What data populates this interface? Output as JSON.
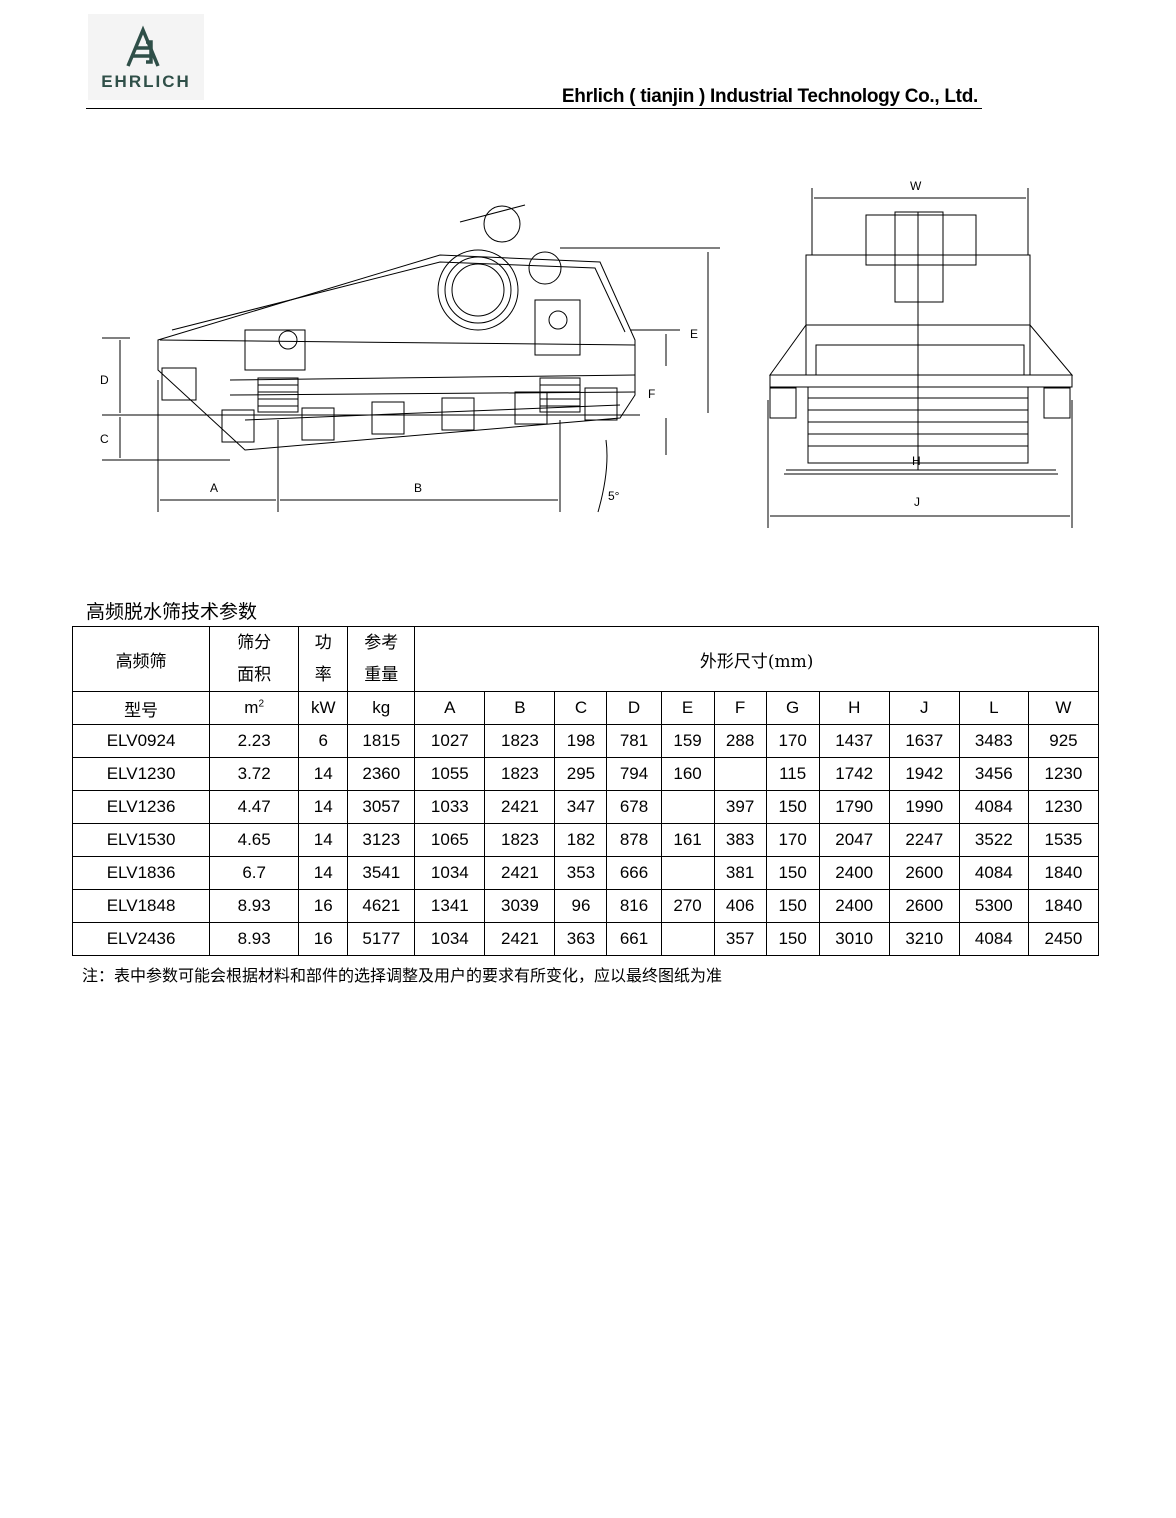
{
  "header": {
    "logo_text": "EHRLICH",
    "company": "Ehrlich ( tianjin ) Industrial Technology Co., Ltd."
  },
  "drawing": {
    "side_labels": [
      "A",
      "B",
      "C",
      "D",
      "E",
      "F",
      "5°"
    ],
    "front_labels": [
      "W",
      "H",
      "J"
    ]
  },
  "section_title": "高频脱水筛技术参数",
  "table": {
    "header": {
      "model_group": "高频筛",
      "area_l1": "筛分",
      "area_l2": "面积",
      "power_l1": "功",
      "power_l2": "率",
      "weight_l1": "参考",
      "weight_l2": "重量",
      "dims": "外形尺寸(mm)"
    },
    "units": {
      "model": "型号",
      "area": "m",
      "area_sup": "2",
      "power": "kW",
      "weight": "kg",
      "cols": [
        "A",
        "B",
        "C",
        "D",
        "E",
        "F",
        "G",
        "H",
        "J",
        "L",
        "W"
      ]
    },
    "rows": [
      [
        "ELV0924",
        "2.23",
        "6",
        "1815",
        "1027",
        "1823",
        "198",
        "781",
        "159",
        "288",
        "170",
        "1437",
        "1637",
        "3483",
        "925"
      ],
      [
        "ELV1230",
        "3.72",
        "14",
        "2360",
        "1055",
        "1823",
        "295",
        "794",
        "160",
        "",
        "115",
        "1742",
        "1942",
        "3456",
        "1230"
      ],
      [
        "ELV1236",
        "4.47",
        "14",
        "3057",
        "1033",
        "2421",
        "347",
        "678",
        "",
        "397",
        "150",
        "1790",
        "1990",
        "4084",
        "1230"
      ],
      [
        "ELV1530",
        "4.65",
        "14",
        "3123",
        "1065",
        "1823",
        "182",
        "878",
        "161",
        "383",
        "170",
        "2047",
        "2247",
        "3522",
        "1535"
      ],
      [
        "ELV1836",
        "6.7",
        "14",
        "3541",
        "1034",
        "2421",
        "353",
        "666",
        "",
        "381",
        "150",
        "2400",
        "2600",
        "4084",
        "1840"
      ],
      [
        "ELV1848",
        "8.93",
        "16",
        "4621",
        "1341",
        "3039",
        "96",
        "816",
        "270",
        "406",
        "150",
        "2400",
        "2600",
        "5300",
        "1840"
      ],
      [
        "ELV2436",
        "8.93",
        "16",
        "5177",
        "1034",
        "2421",
        "363",
        "661",
        "",
        "357",
        "150",
        "3010",
        "3210",
        "4084",
        "2450"
      ]
    ]
  },
  "note": "注：表中参数可能会根据材料和部件的选择调整及用户的要求有所变化，应以最终图纸为准"
}
